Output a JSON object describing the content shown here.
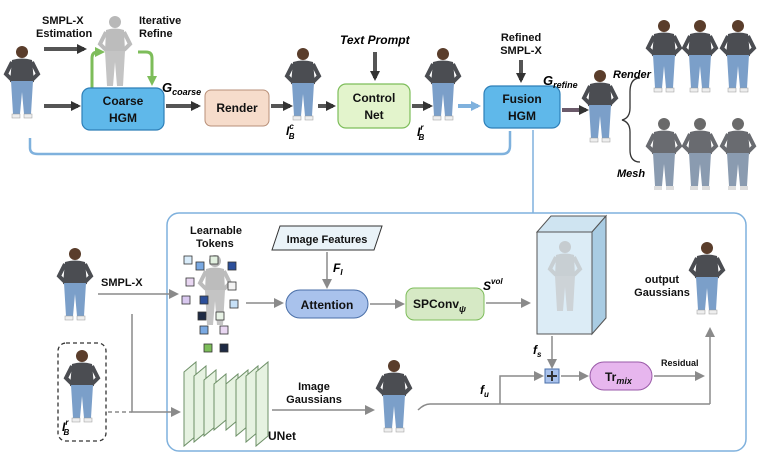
{
  "top": {
    "smplx_estimation": [
      "SMPL-X",
      "Estimation"
    ],
    "iterative_refine": [
      "Iterative",
      "Refine"
    ],
    "coarse_hgm": [
      "Coarse",
      "HGM"
    ],
    "g_coarse_base": "G",
    "g_coarse_sub": "coarse",
    "render": "Render",
    "i_b_c": {
      "base": "I",
      "sub": "B",
      "sup": "c"
    },
    "text_prompt": "Text Prompt",
    "control_net": [
      "Control",
      "Net"
    ],
    "i_b_r": {
      "base": "I",
      "sub": "B",
      "sup": "r"
    },
    "refined_smplx": [
      "Refined",
      "SMPL-X"
    ],
    "fusion_hgm": [
      "Fusion",
      "HGM"
    ],
    "g_refine_base": "G",
    "g_refine_sub": "refine",
    "render_label": "Render",
    "mesh_label": "Mesh"
  },
  "bottom": {
    "learnable_tokens": [
      "Learnable",
      "Tokens"
    ],
    "image_features": "Image Features",
    "f_i": {
      "base": "F",
      "sub": "I"
    },
    "smplx": "SMPL-X",
    "attention": "Attention",
    "spconv": {
      "base": "SPConv",
      "sub": "ψ"
    },
    "s_vol": {
      "base": "S",
      "sup": "vol"
    },
    "output_gaussians": [
      "output",
      "Gaussians"
    ],
    "f_s": {
      "base": "f",
      "sub": "s"
    },
    "f_u": {
      "base": "f",
      "sub": "u"
    },
    "tr_mix": {
      "base": "Tr",
      "sub": "mix"
    },
    "residual": "Residual",
    "image_gaussians": [
      "Image",
      "Gaussians"
    ],
    "unet": "UNet",
    "i_b_r": {
      "base": "I",
      "sub": "B",
      "sup": "r"
    }
  },
  "colors": {
    "hgm_fill": "#5fb8ea",
    "render_fill": "#f6dccb",
    "controlnet_fill": "#e3f4cc",
    "attention_fill": "#a9c2ec",
    "spconv_fill": "#d6e9c5",
    "trmix_fill": "#e7b6ee",
    "panel_border": "#7fb1dd",
    "unet_fill": "#e6f2e1",
    "unet_stroke": "#6e9068"
  }
}
